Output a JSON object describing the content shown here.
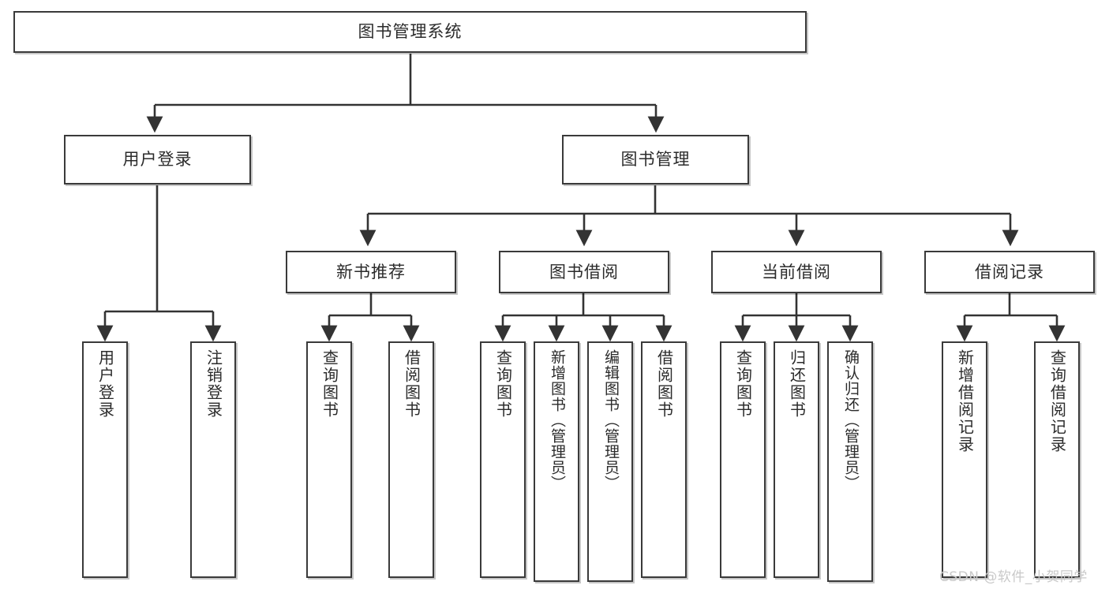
{
  "diagram": {
    "type": "tree",
    "title": "图书管理系统",
    "watermark": "CSDN @软件_小贺同学",
    "colors": {
      "box_border": "#3a3a3a",
      "box_fill": "#ffffff",
      "connector": "#333333",
      "text": "#2b2b2b",
      "watermark": "#c9c9c9",
      "background": "#ffffff"
    },
    "nodes": {
      "root": {
        "label": "图书管理系统"
      },
      "level2": [
        {
          "id": "user-login",
          "label": "用户登录"
        },
        {
          "id": "book-manage",
          "label": "图书管理"
        }
      ],
      "level3": [
        {
          "id": "new-book-recommend",
          "label": "新书推荐"
        },
        {
          "id": "book-borrow",
          "label": "图书借阅"
        },
        {
          "id": "current-borrow",
          "label": "当前借阅"
        },
        {
          "id": "borrow-record",
          "label": "借阅记录"
        }
      ],
      "leaves": {
        "user-login": [
          {
            "id": "leaf-user-login",
            "label": "用户登录"
          },
          {
            "id": "leaf-user-logout",
            "label": "注销登录"
          }
        ],
        "new-book-recommend": [
          {
            "id": "leaf-query-book-1",
            "label": "查询图书"
          },
          {
            "id": "leaf-borrow-book-1",
            "label": "借阅图书"
          }
        ],
        "book-borrow": [
          {
            "id": "leaf-query-book-2",
            "label": "查询图书"
          },
          {
            "id": "leaf-add-book",
            "label": "新增图书（管理员）"
          },
          {
            "id": "leaf-edit-book",
            "label": "编辑图书（管理员）"
          },
          {
            "id": "leaf-borrow-book-2",
            "label": "借阅图书"
          }
        ],
        "current-borrow": [
          {
            "id": "leaf-query-book-3",
            "label": "查询图书"
          },
          {
            "id": "leaf-return-book",
            "label": "归还图书"
          },
          {
            "id": "leaf-confirm-return",
            "label": "确认归还（管理员）"
          }
        ],
        "borrow-record": [
          {
            "id": "leaf-add-record",
            "label": "新增借阅记录"
          },
          {
            "id": "leaf-query-record",
            "label": "查询借阅记录"
          }
        ]
      }
    }
  }
}
